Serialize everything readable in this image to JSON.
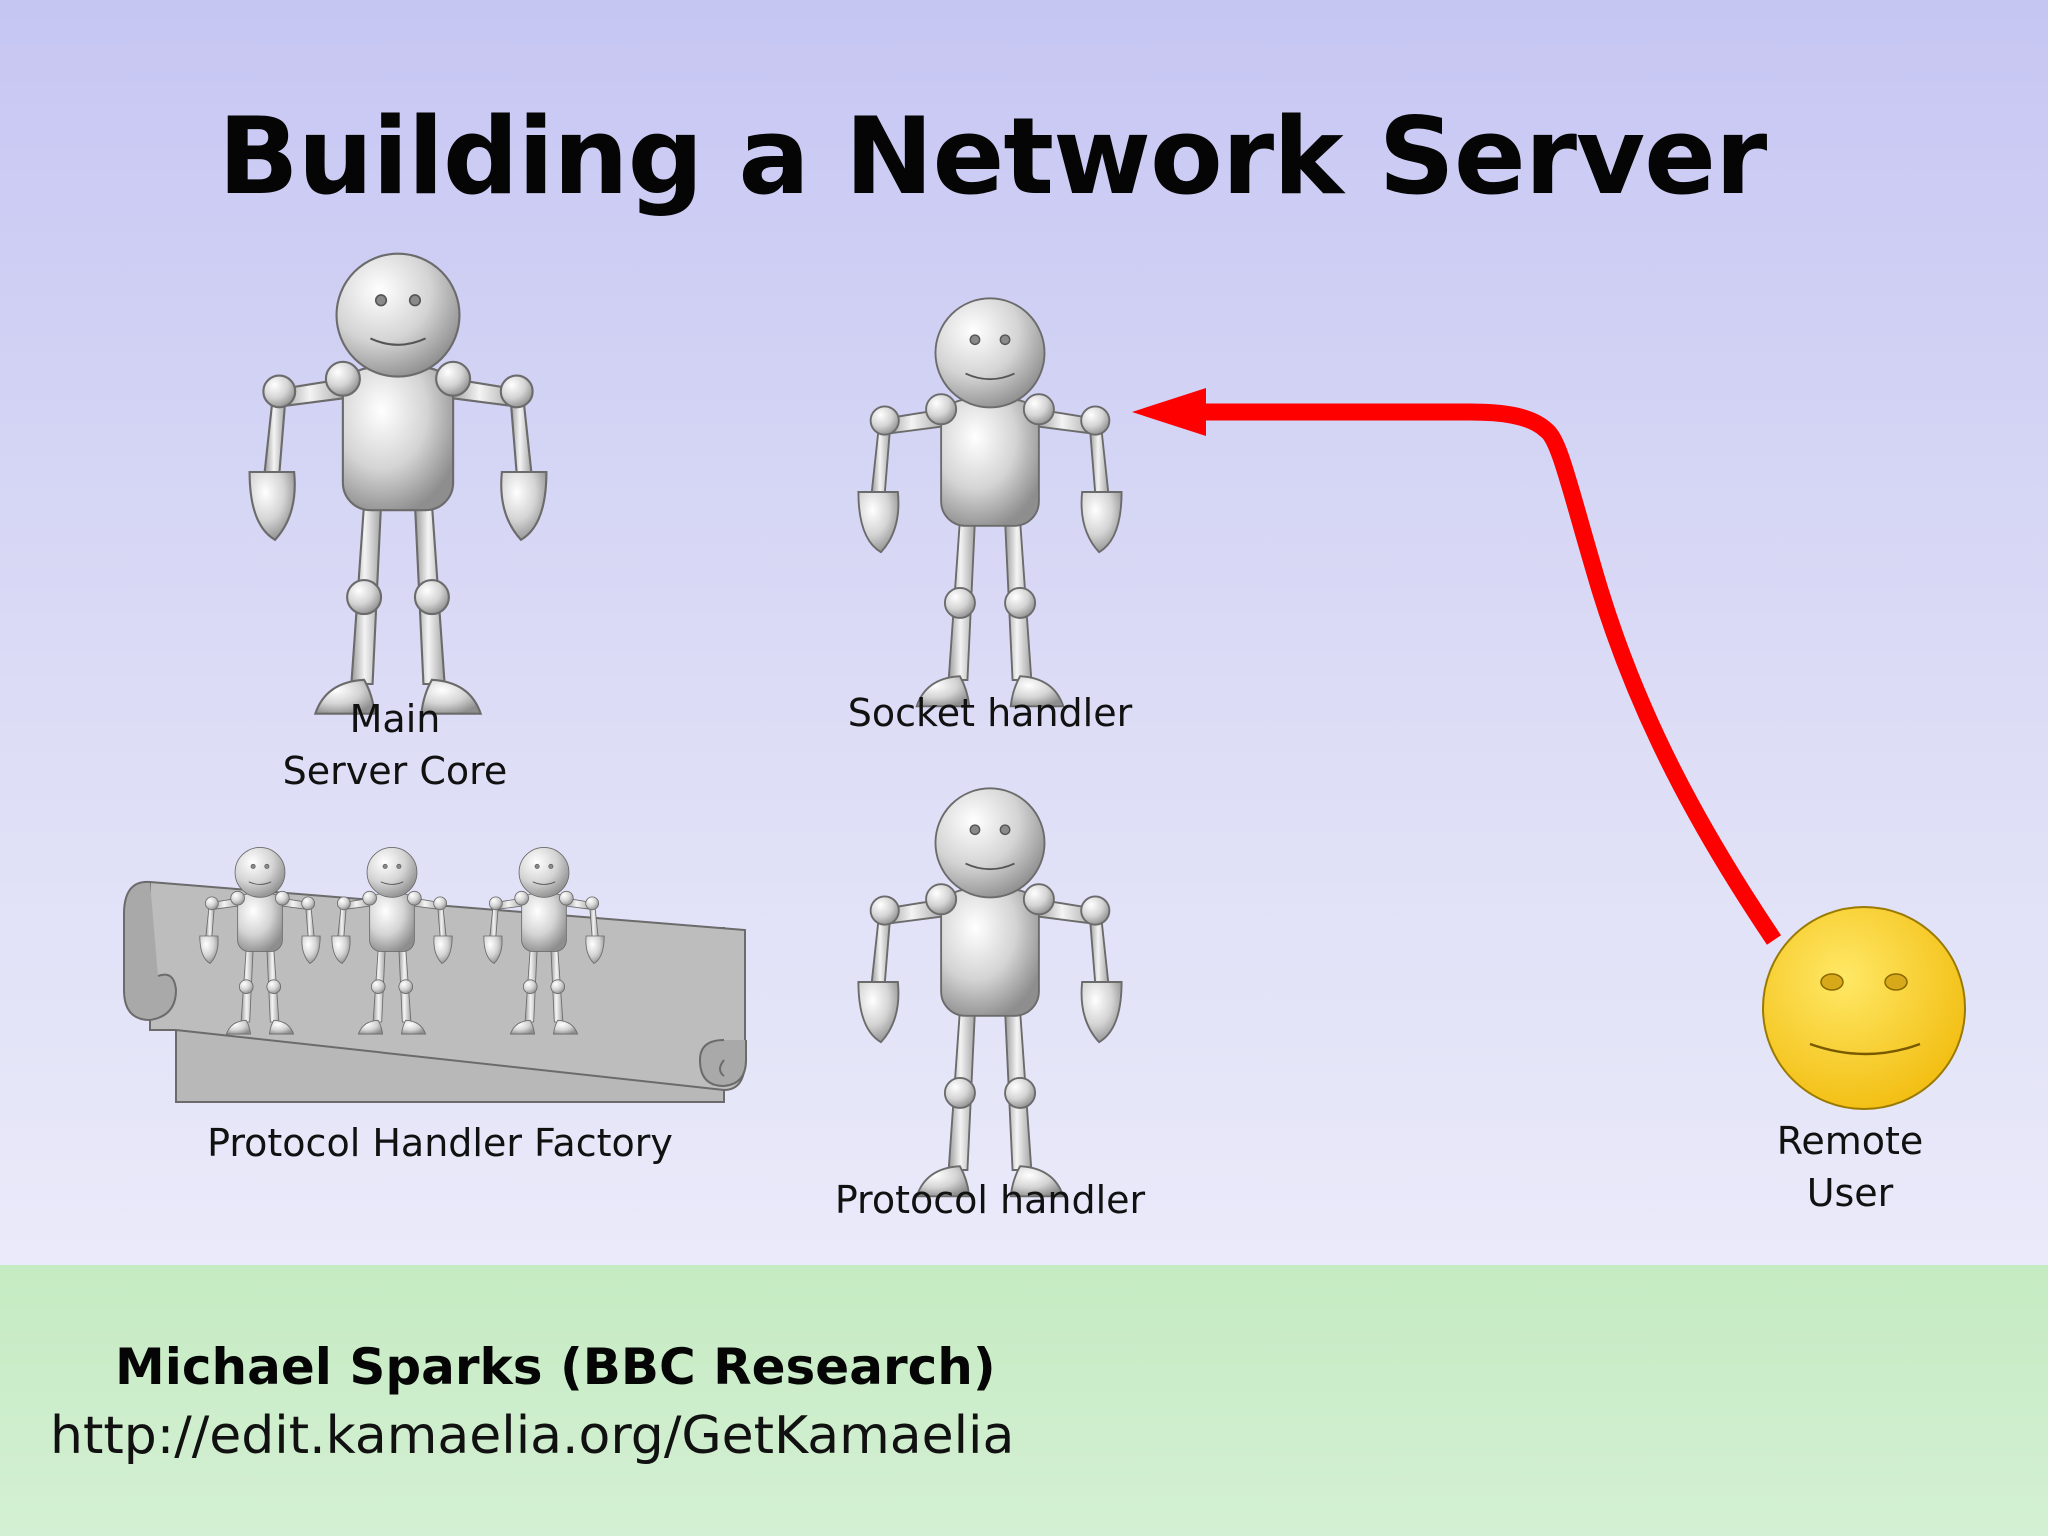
{
  "title": "Building a Network Server",
  "nodes": {
    "main_core": {
      "line1": "Main",
      "line2": "Server Core"
    },
    "socket_handler": {
      "label": "Socket handler"
    },
    "protocol_handler": {
      "label": "Protocol handler"
    },
    "factory": {
      "label": "Protocol Handler Factory"
    },
    "remote_user": {
      "line1": "Remote",
      "line2": "User"
    }
  },
  "edges": [
    {
      "from": "remote_user",
      "to": "socket_handler",
      "color": "#ff0000"
    }
  ],
  "colors": {
    "robot_fill": "#d2d2d2",
    "robot_stroke": "#6b6b6b",
    "smiley_fill": "#ffd020",
    "scroll_fill": "#b9b9b9",
    "arrow": "#ff0000"
  },
  "footer": {
    "author": "Michael Sparks (BBC Research)",
    "url": "http://edit.kamaelia.org/GetKamaelia"
  }
}
